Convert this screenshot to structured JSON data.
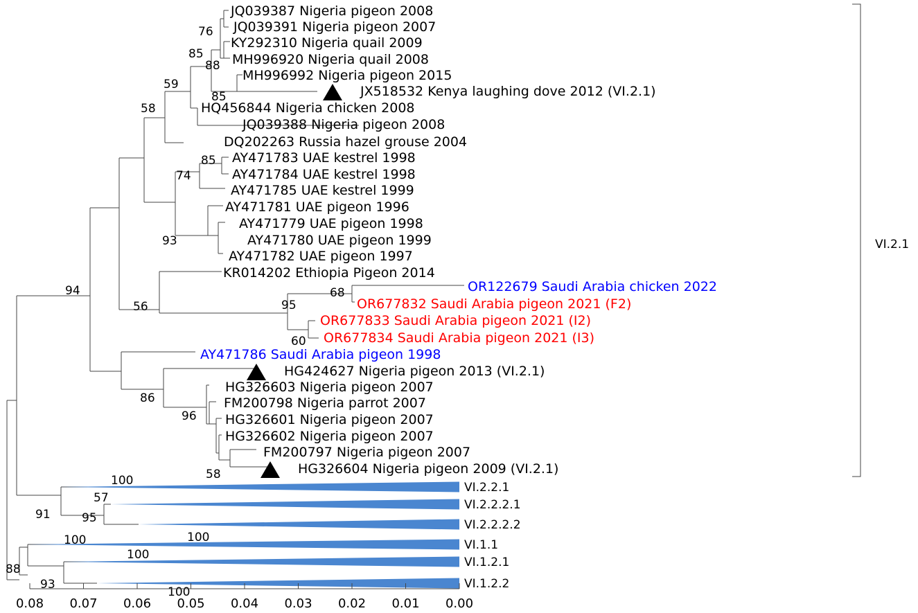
{
  "leaves": [
    {
      "label": "JQ039387 Nigeria pigeon 2008",
      "color": "black"
    },
    {
      "label": "JQ039391 Nigeria pigeon 2007",
      "color": "black"
    },
    {
      "label": "KY292310 Nigeria quail 2009",
      "color": "black"
    },
    {
      "label": "MH996920 Nigeria quail 2008",
      "color": "black"
    },
    {
      "label": "MH996992 Nigeria pigeon 2015",
      "color": "black"
    },
    {
      "label": "JX518532 Kenya laughing dove 2012 (VI.2.1)",
      "color": "black",
      "marker": "triangle"
    },
    {
      "label": "HQ456844 Nigeria chicken 2008",
      "color": "black"
    },
    {
      "label": "JQ039388 Nigeria pigeon 2008",
      "color": "black"
    },
    {
      "label": "DQ202263 Russia hazel grouse 2004",
      "color": "black"
    },
    {
      "label": "AY471783 UAE kestrel 1998",
      "color": "black"
    },
    {
      "label": "AY471784 UAE kestrel 1998",
      "color": "black"
    },
    {
      "label": "AY471785 UAE kestrel 1999",
      "color": "black"
    },
    {
      "label": "AY471781 UAE pigeon 1996",
      "color": "black"
    },
    {
      "label": "AY471779 UAE pigeon 1998",
      "color": "black"
    },
    {
      "label": "AY471780 UAE pigeon 1999",
      "color": "black"
    },
    {
      "label": "AY471782 UAE pigeon 1997",
      "color": "black"
    },
    {
      "label": "KR014202 Ethiopia Pigeon 2014",
      "color": "black"
    },
    {
      "label": "OR122679 Saudi Arabia chicken 2022",
      "color": "#0000ff"
    },
    {
      "label": "OR677832 Saudi Arabia pigeon 2021 (F2)",
      "color": "#ff0000"
    },
    {
      "label": "OR677833 Saudi Arabia pigeon 2021 (I2)",
      "color": "#ff0000"
    },
    {
      "label": "OR677834 Saudi Arabia pigeon 2021 (I3)",
      "color": "#ff0000"
    },
    {
      "label": "AY471786 Saudi Arabia pigeon 1998",
      "color": "#0000ff"
    },
    {
      "label": "HG424627 Nigeria pigeon 2013 (VI.2.1)",
      "color": "black",
      "marker": "triangle"
    },
    {
      "label": "HG326603 Nigeria pigeon 2007",
      "color": "black"
    },
    {
      "label": "FM200798 Nigeria parrot 2007",
      "color": "black"
    },
    {
      "label": "HG326601 Nigeria pigeon 2007",
      "color": "black"
    },
    {
      "label": "HG326602 Nigeria pigeon 2007",
      "color": "black"
    },
    {
      "label": "FM200797 Nigeria pigeon 2007",
      "color": "black"
    },
    {
      "label": "HG326604 Nigeria pigeon 2009 (VI.2.1)",
      "color": "black",
      "marker": "triangle"
    }
  ],
  "collapsed_clades": [
    {
      "label": "VI.2.2.1",
      "bootstrap": "100"
    },
    {
      "label": "VI.2.2.2.1",
      "bootstrap": "57"
    },
    {
      "label": "VI.2.2.2.2",
      "bootstrap": "95"
    },
    {
      "label": "VI.1.1",
      "bootstrap": "100"
    },
    {
      "label": "VI.1.2.1",
      "bootstrap": "100"
    },
    {
      "label": "VI.1.2.2",
      "bootstrap": "100"
    }
  ],
  "bootstrap_values": [
    "76",
    "85",
    "88",
    "85",
    "59",
    "58",
    "85",
    "74",
    "93",
    "94",
    "56",
    "68",
    "95",
    "60",
    "86",
    "96",
    "58",
    "91",
    "100",
    "88",
    "93"
  ],
  "clade_bracket_label": "VI.2.1",
  "colors": {
    "collapsed_fill": "#4a86d0",
    "highlight_blue": "#0000ff",
    "highlight_red": "#ff0000"
  },
  "scale_axis": {
    "ticks": [
      "0.08",
      "0.07",
      "0.06",
      "0.05",
      "0.04",
      "0.03",
      "0.02",
      "0.01",
      "0.00"
    ]
  }
}
